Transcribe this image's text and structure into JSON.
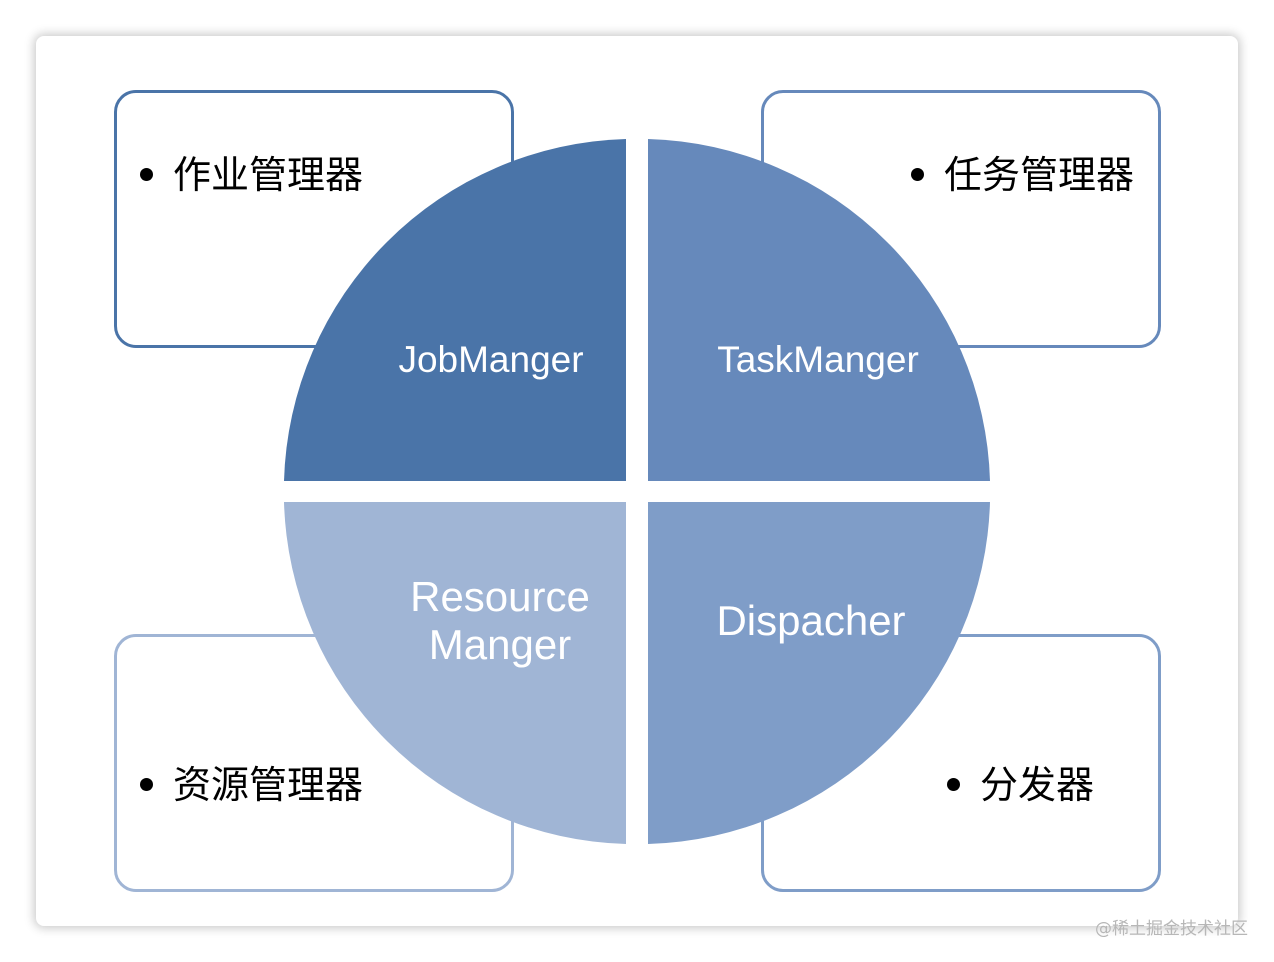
{
  "diagram": {
    "segments": [
      {
        "id": "top-left",
        "label": "JobManger",
        "color": "#4a74a8"
      },
      {
        "id": "top-right",
        "label": "TaskManger",
        "color": "#6689bb"
      },
      {
        "id": "bottom-left",
        "label_line1": "Resource",
        "label_line2": "Manger",
        "color": "#a0b5d5"
      },
      {
        "id": "bottom-right",
        "label": "Dispacher",
        "color": "#7f9dc8"
      }
    ],
    "boxes": {
      "top_left": {
        "text": "作业管理器"
      },
      "top_right": {
        "text": "任务管理器"
      },
      "bottom_left": {
        "text": "资源管理器"
      },
      "bottom_right": {
        "text": "分发器"
      }
    }
  },
  "watermark": "@稀土掘金技术社区"
}
